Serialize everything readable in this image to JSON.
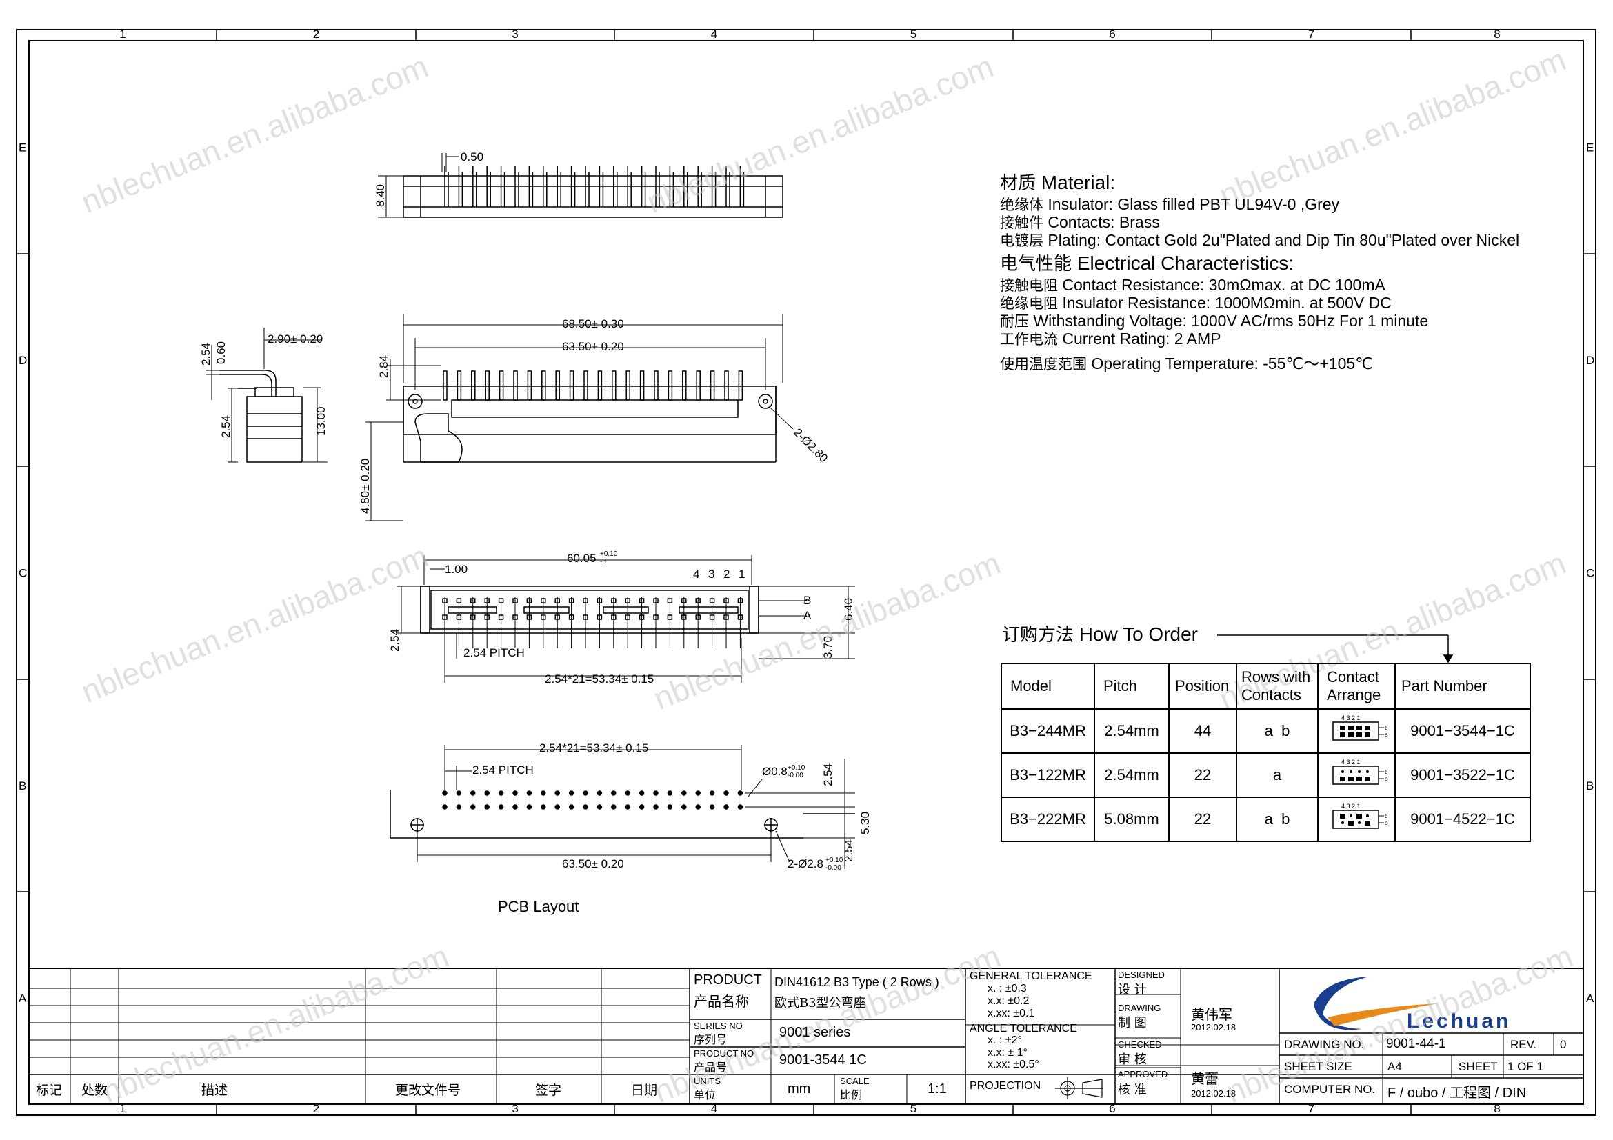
{
  "sheet": {
    "col_labels": [
      "1",
      "2",
      "3",
      "4",
      "5",
      "6",
      "7",
      "8"
    ],
    "row_labels": [
      "E",
      "D",
      "C",
      "B",
      "A"
    ],
    "watermark": "nblechuan.en.alibaba.com"
  },
  "drawing": {
    "top_view": {
      "pin_width": "0.50",
      "height": "8.40"
    },
    "front_view": {
      "overall": "68.50± 0.30",
      "mount": "63.50± 0.20",
      "pin_height": "2.84",
      "depth": "4.80± 0.20",
      "holes": "2-Ø2.80"
    },
    "side_view": {
      "d1": "2.54",
      "d2": "0.60",
      "d3": "2.90± 0.20",
      "d4": "2.54",
      "d5": "13.00"
    },
    "bottom_view": {
      "inner": "60.05",
      "inner_tol_up": "+0.10",
      "inner_tol_dn": "-0",
      "offset": "1.00",
      "pin_nums": [
        "4",
        "3",
        "2",
        "1"
      ],
      "row_b": "B",
      "row_a": "A",
      "pitch": "2.54 PITCH",
      "span": "2.54*21=53.34± 0.15",
      "row_space": "2.54",
      "height": "6.40",
      "tail": "3.70"
    },
    "pcb": {
      "span": "2.54*21=53.34± 0.15",
      "pitch": "2.54 PITCH",
      "hole": "Ø0.8",
      "hole_tol_up": "+0.10",
      "hole_tol_dn": "-0.00",
      "row_space": "2.54",
      "d530": "5.30",
      "d254": "2.54",
      "mount": "63.50± 0.20",
      "mount_holes": "2-Ø2.8",
      "mount_tol_up": "+0.10",
      "mount_tol_dn": "-0.00",
      "caption": "PCB Layout"
    }
  },
  "spec": {
    "material_cn": "材质",
    "material_en": "Material:",
    "insulator_cn": "绝缘体",
    "insulator_en": "Insulator: Glass filled PBT UL94V-0 ,Grey",
    "contacts_cn": "接触件",
    "contacts_en": "Contacts: Brass",
    "plating_cn": "电镀层",
    "plating_en": "Plating: Contact Gold 2u\"Plated and Dip Tin 80u\"Plated over Nickel",
    "elec_cn": "电气性能",
    "elec_en": "Electrical Characteristics:",
    "cr_cn": "接触电阻",
    "cr_en": "Contact Resistance: 30mΩmax. at DC 100mA",
    "ir_cn": "绝缘电阻",
    "ir_en": "Insulator Resistance: 1000MΩmin. at 500V DC",
    "wv_cn": "耐压",
    "wv_en": "Withstanding Voltage: 1000V AC/rms 50Hz For 1 minute",
    "cur_cn": "工作电流",
    "cur_en": "Current Rating: 2 AMP",
    "temp_cn": "使用温度范围",
    "temp_en": "Operating Temperature: -55℃～+105℃"
  },
  "order": {
    "title_cn": "订购方法",
    "title_en": "How To Order",
    "headers": [
      "Model",
      "Pitch",
      "Position",
      "Rows with Contacts",
      "Contact Arrange",
      "Part Number"
    ],
    "rows": [
      {
        "model": "B3−244MR",
        "pitch": "2.54mm",
        "position": "44",
        "rows": "a  b",
        "part": "9001−3544−1C"
      },
      {
        "model": "B3−122MR",
        "pitch": "2.54mm",
        "position": "22",
        "rows": "a",
        "part": "9001−3522−1C"
      },
      {
        "model": "B3−222MR",
        "pitch": "5.08mm",
        "position": "22",
        "rows": "a  b",
        "part": "9001−4522−1C"
      }
    ],
    "arrange_nums": "4 3 2 1",
    "arrange_b": "b",
    "arrange_a": "a"
  },
  "title_block": {
    "rev_headers": [
      "标记",
      "处数",
      "描述",
      "更改文件号",
      "签字",
      "日期"
    ],
    "product_en": "PRODUCT",
    "product_cn": "产品名称",
    "product_val1": "DIN41612 B3 Type ( 2 Rows )",
    "product_val2": "欧式B3型公弯座",
    "series_en": "SERIES NO",
    "series_cn": "序列号",
    "series_val": "9001 series",
    "pno_en": "PRODUCT NO",
    "pno_cn": "产品号",
    "pno_val": "9001-3544 1C",
    "units_en": "UNITS",
    "units_cn": "单位",
    "units_val": "mm",
    "scale_en": "SCALE",
    "scale_cn": "比例",
    "scale_val": "1:1",
    "gen_tol": "GENERAL TOLERANCE",
    "tol1": "x. :    ±0.3",
    "tol2": "x.x:   ±0.2",
    "tol3": "x.xx:  ±0.1",
    "ang_tol": "ANGLE TOLERANCE",
    "atol1": "x. :    ±2°",
    "atol2": "x.x:   ± 1°",
    "atol3": "x.xx:  ±0.5°",
    "projection": "PROJECTION",
    "designed_en": "DESIGNED",
    "designed_cn": "设 计",
    "drawing_en": "DRAWING",
    "drawing_cn": "制 图",
    "drawer": "黄伟军",
    "draw_date": "2012.02.18",
    "checked_en": "CHECKED",
    "checked_cn": "审 核",
    "approved_en": "APPROVED",
    "approved_cn": "核 准",
    "approver": "黄蕾",
    "appr_date": "2012.02.18",
    "logo_text": "Lechuan",
    "drawing_no_label": "DRAWING NO.",
    "drawing_no": "9001-44-1",
    "rev_label": "REV.",
    "rev": "0",
    "sheet_size_label": "SHEET SIZE",
    "sheet_size": "A4",
    "sheet_label": "SHEET",
    "sheet_val": "1 OF 1",
    "computer_label": "COMPUTER NO.",
    "computer_val": "F / oubo / 工程图 / DIN"
  }
}
